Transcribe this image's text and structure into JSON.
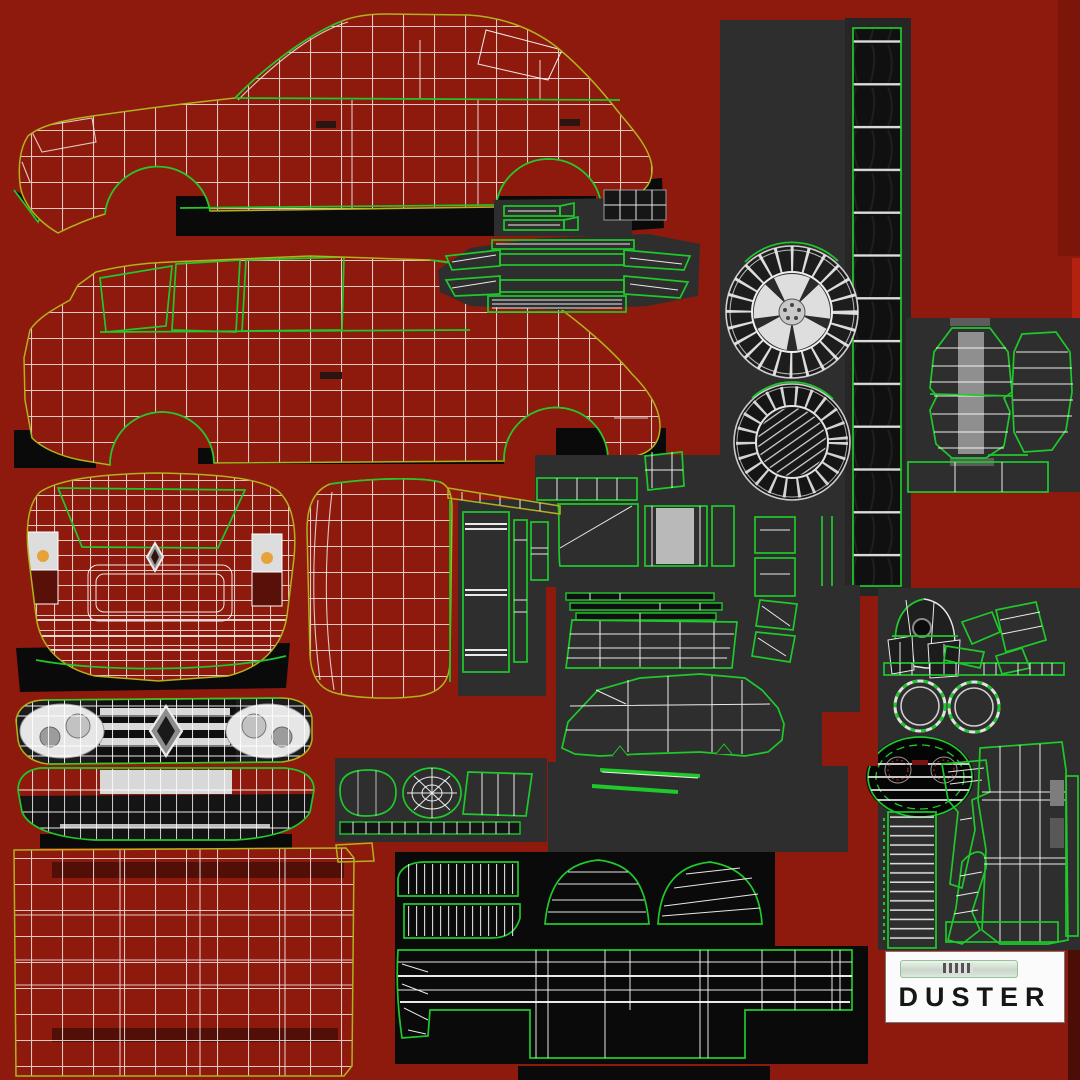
{
  "badge": {
    "text": "DUSTER"
  },
  "colors": {
    "bg": "#8e1a0e",
    "bgdark": "#7c150a",
    "accent": "#b3220f",
    "maroon": "#4a0e07",
    "panel": "#2e2e2e",
    "panel2": "#262626",
    "black": "#0a0a0a",
    "wire": "#f1e6e2",
    "white": "#ffffff",
    "seam": "#1fc92b",
    "olive": "#b2b21d",
    "chrome": "#d9d9d9",
    "label_bg": "#fbfbfb",
    "label_text": "#161616"
  },
  "parts": [
    "car-body-side-view-upper",
    "car-body-side-view-lower",
    "tailgate-rear-view",
    "hood-panel",
    "front-grille-with-headlights",
    "renault-diamond-logo",
    "front-bumper-with-license-plate",
    "roof-panel",
    "roof-rails-uv-island",
    "window-glass-box",
    "blank-spare-panel",
    "tire-tread-strip",
    "alloy-wheel-rim",
    "tire-sidewall",
    "seat-cushions-pair",
    "seat-segment-row",
    "mirror-housing",
    "mirror-glass-shards",
    "thin-trim-strip",
    "headlamp-rings",
    "instrument-cluster-oval",
    "door-ladder-strip",
    "pillar-funnel-trim",
    "door-card-panel",
    "door-inner-panels",
    "glass-silhouette-uv",
    "radiator-panel",
    "headlight-lens-parts",
    "wheel-arch-liners",
    "striped-sill-strips",
    "underbody-grid-panel",
    "duster-badge-plate"
  ]
}
